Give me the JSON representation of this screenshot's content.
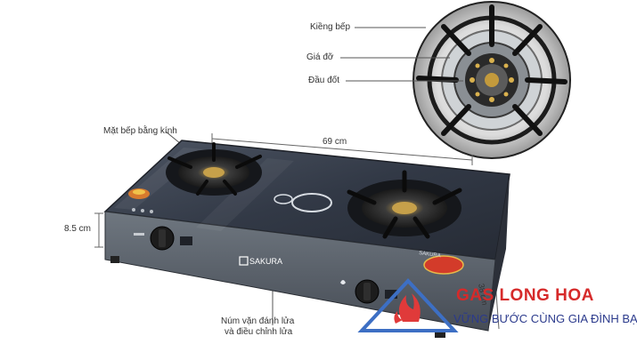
{
  "labels": {
    "pan_support_ring": "Kiềng bếp",
    "burner_cap_holder": "Giá đỡ",
    "burner_head": "Đầu đốt",
    "glass_top": "Mặt bếp bằng kính",
    "width_dim": "69 cm",
    "height_dim": "8.5 cm",
    "depth_dim": "38 cm",
    "knob_line1": "Núm vặn đánh lửa",
    "knob_line2": "và điều chỉnh lửa"
  },
  "product": {
    "panel_brand": "SAKURA",
    "glass_brand": "SAKURA"
  },
  "watermark": {
    "title": "GAS LONG HOA",
    "slogan": "VỮNG BƯỚC CÙNG GIA ĐÌNH BẠN",
    "colors": {
      "title": "#d62a2a",
      "slogan": "#2b3a8c",
      "logo_blue": "#3d6fc4",
      "logo_red": "#e03a3a"
    }
  },
  "colors": {
    "glass": "#3a4250",
    "panel": "#9aa0a8",
    "callout": "#333333"
  }
}
